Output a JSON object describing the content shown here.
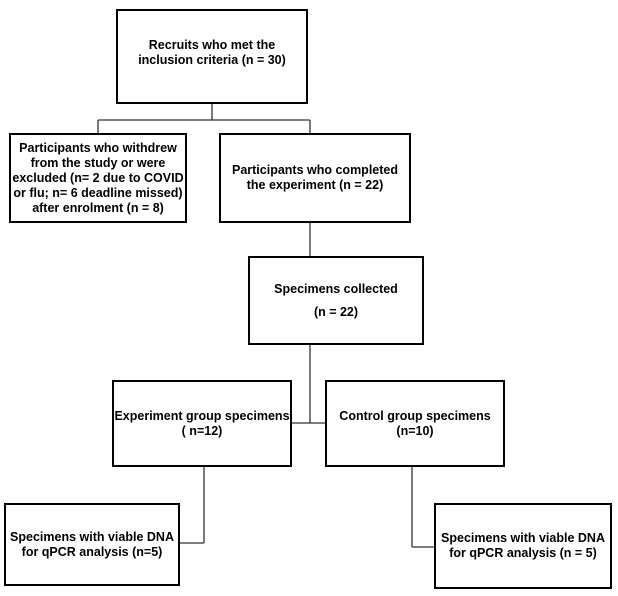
{
  "boxes": {
    "recruits": {
      "line1": "Recruits who met the",
      "line2": "inclusion criteria (n = 30)"
    },
    "withdrew": {
      "line1": "Participants who withdrew",
      "line2": "from the study or were",
      "line3": "excluded (n= 2 due to COVID",
      "line4": "or flu; n= 6 deadline missed)",
      "line5": "after enrolment (n = 8)"
    },
    "completed": {
      "line1": "Participants who completed",
      "line2": "the experiment (n = 22)"
    },
    "specimens": {
      "line1": "Specimens collected",
      "line2": "(n = 22)"
    },
    "experiment": {
      "line1": "Experiment group specimens",
      "line2": "( n=12)"
    },
    "control": {
      "line1": "Control group specimens",
      "line2": "(n=10)"
    },
    "viable_left": {
      "line1": "Specimens with viable DNA",
      "line2": "for qPCR analysis (n=5)"
    },
    "viable_right": {
      "line1": "Specimens with viable DNA",
      "line2": "for qPCR analysis (n = 5)"
    }
  },
  "colors": {
    "border": "#000000",
    "connector": "#333333",
    "background": "#ffffff"
  }
}
